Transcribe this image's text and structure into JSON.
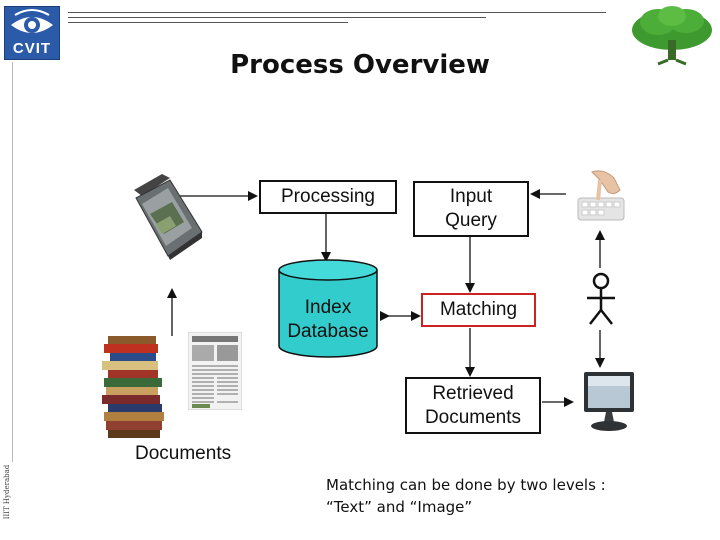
{
  "header": {
    "org_logo_text": "CVIT",
    "title": "Process Overview",
    "footer_vertical": "IIIT Hyderabad"
  },
  "diagram": {
    "processing": "Processing",
    "input_query": "Input\nQuery",
    "index_database": "Index\nDatabase",
    "matching": "Matching",
    "retrieved_documents": "Retrieved\nDocuments",
    "documents": "Documents"
  },
  "note": {
    "text": "Matching can be done by two levels :\n“Text” and “Image”"
  },
  "colors": {
    "database_fill": "#33cccc",
    "matching_border": "#cc2222",
    "logo_blue": "#2a5aa8",
    "tree_green": "#3e9a2e"
  },
  "icons": [
    "cvit-eye-icon",
    "tree-logo-icon",
    "scanner-icon",
    "hand-typing-icon",
    "stick-figure-user-icon",
    "computer-monitor-icon",
    "book-stack-icon",
    "newspaper-icon"
  ]
}
